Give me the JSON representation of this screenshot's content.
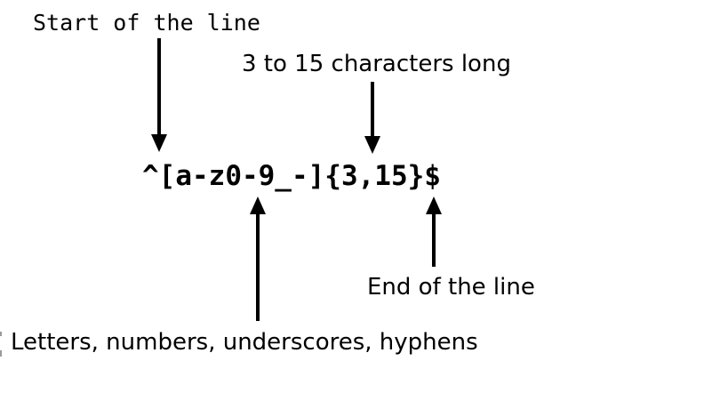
{
  "canvas": {
    "background": "#ffffff",
    "ink_color": "#000000"
  },
  "regex": {
    "pattern": "^[a-z0-9_-]{3,15}$"
  },
  "annotations": {
    "start": {
      "label": "Start of the line",
      "direction": "down",
      "points_to": "^"
    },
    "length": {
      "label": "3 to 15 characters long",
      "direction": "down",
      "points_to": "{3,15}"
    },
    "charset": {
      "label": "Letters, numbers, underscores, hyphens",
      "direction": "up",
      "points_to": "[a-z0-9_-]"
    },
    "end": {
      "label": "End of the line",
      "direction": "up",
      "points_to": "$"
    }
  }
}
